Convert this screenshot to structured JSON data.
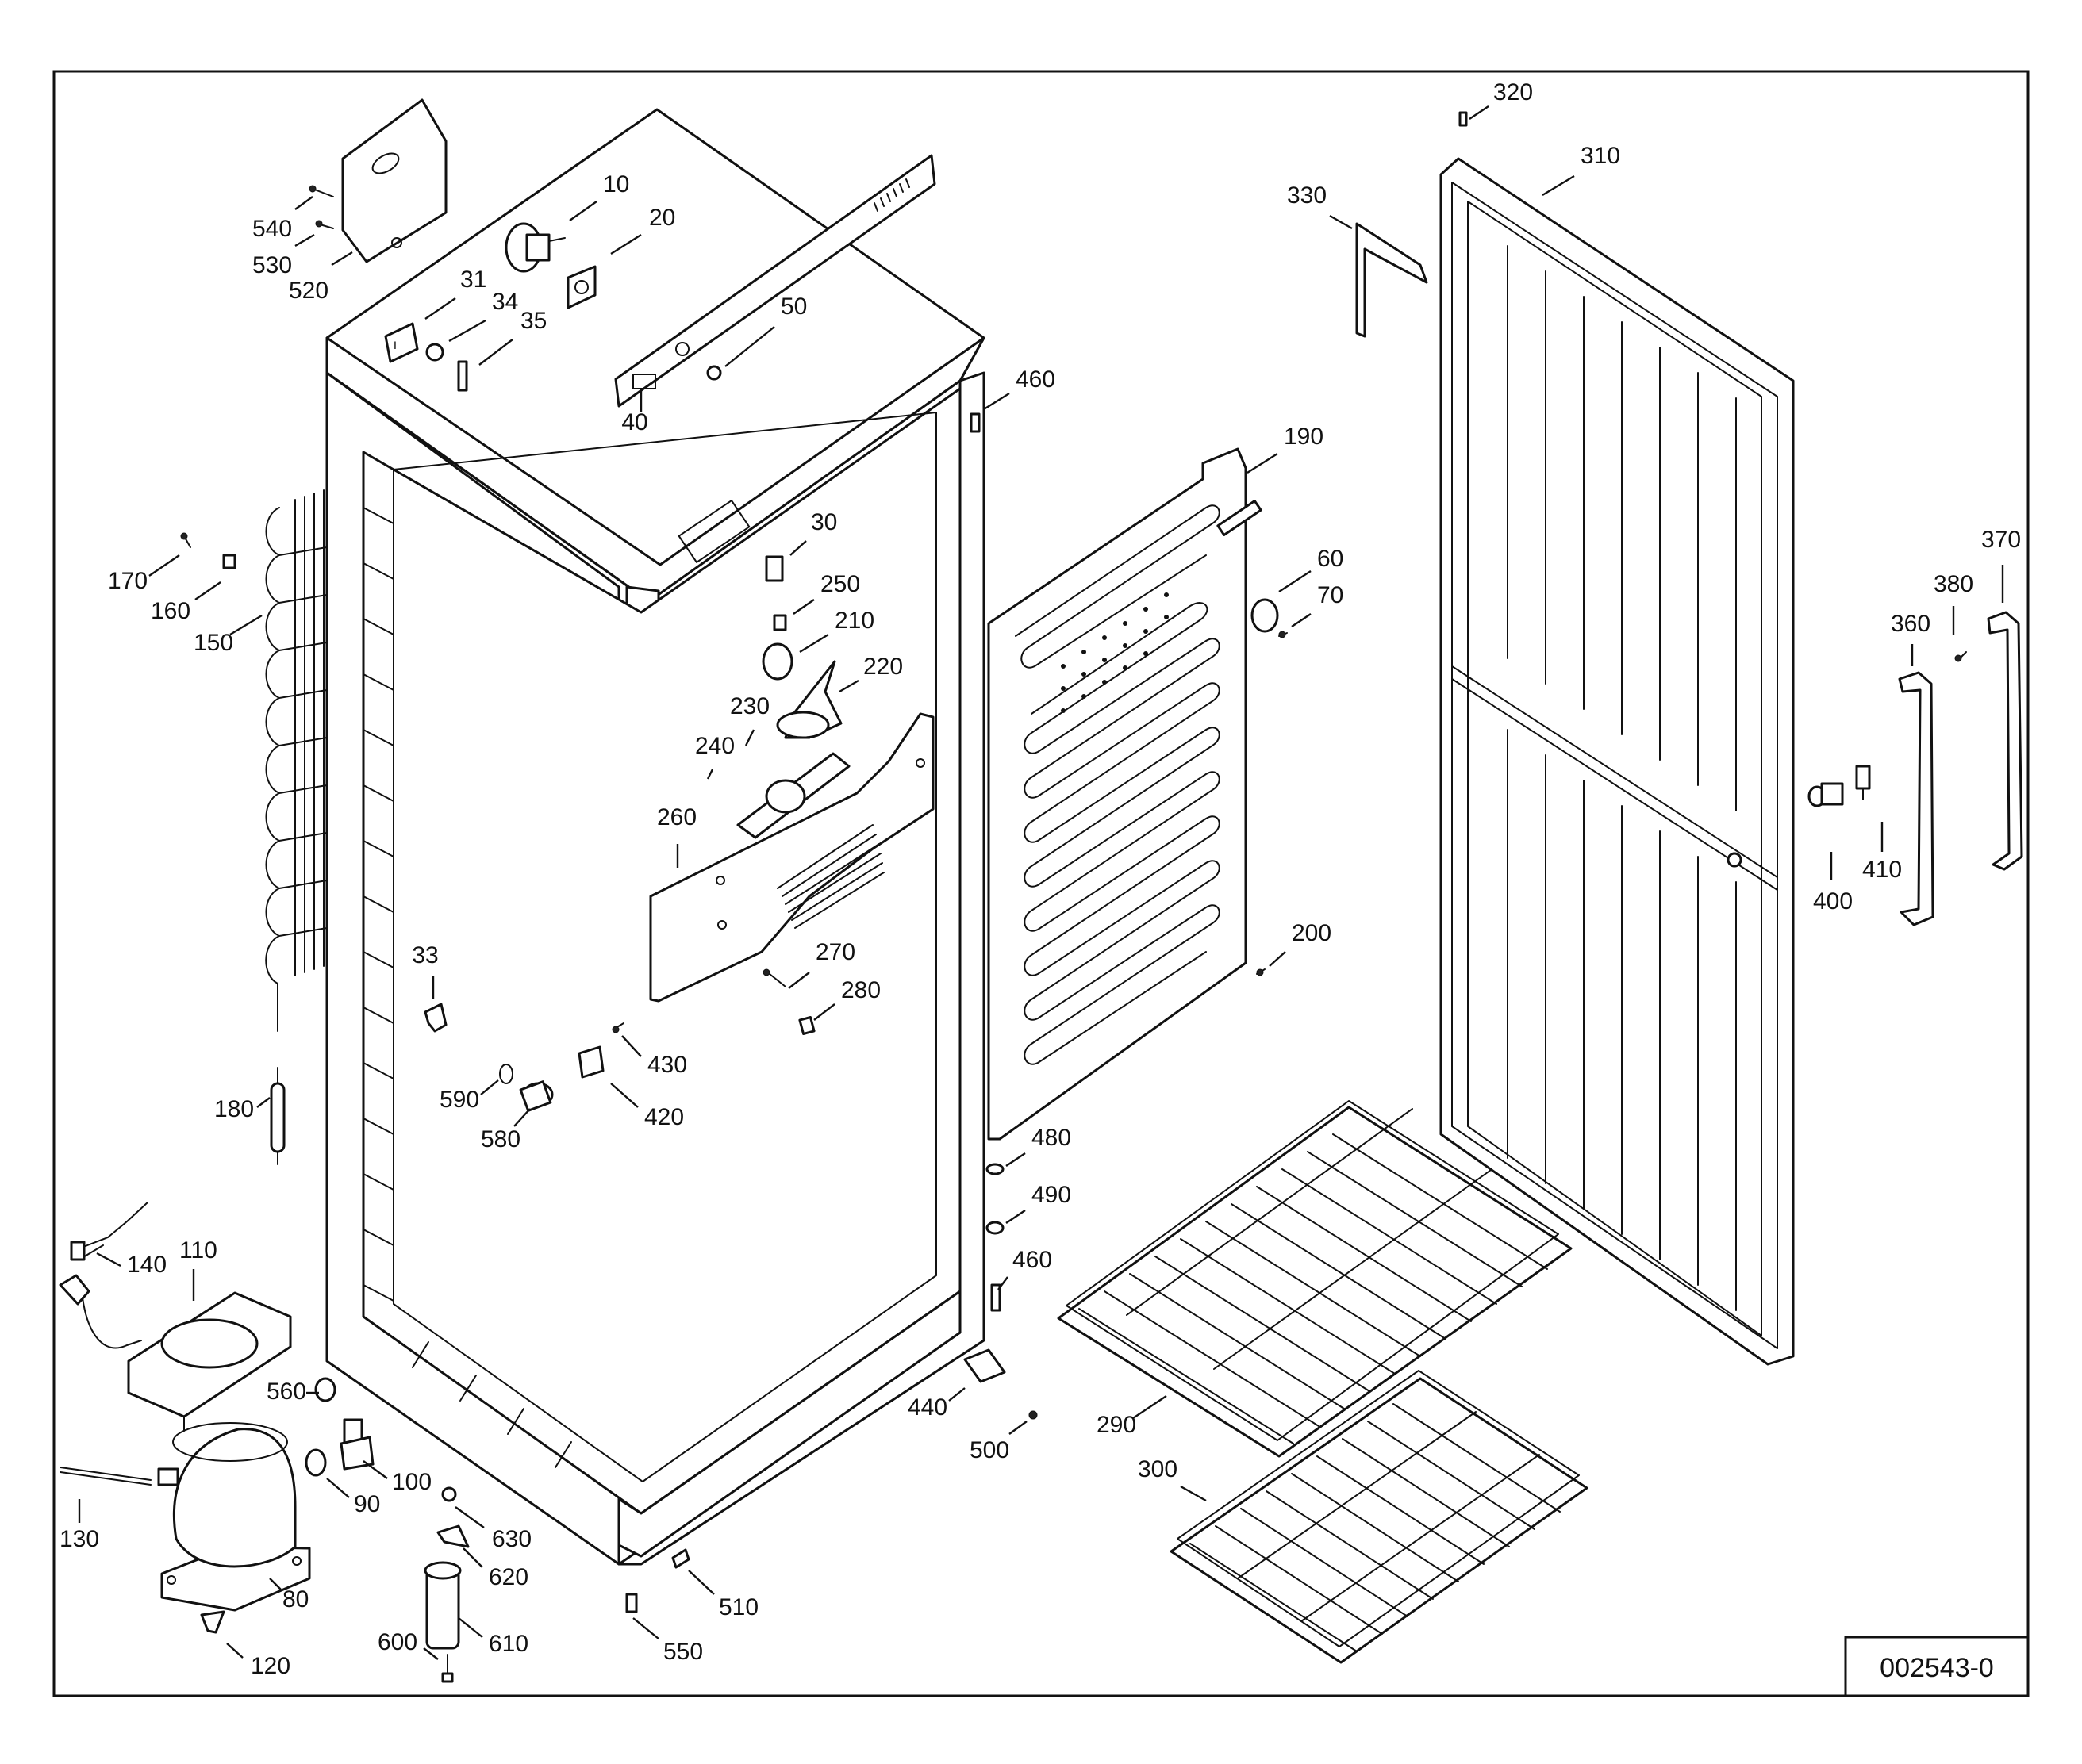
{
  "drawing_ref": "002543-0",
  "callouts": [
    {
      "label": "10"
    },
    {
      "label": "20"
    },
    {
      "label": "30"
    },
    {
      "label": "31"
    },
    {
      "label": "33"
    },
    {
      "label": "34"
    },
    {
      "label": "35"
    },
    {
      "label": "40"
    },
    {
      "label": "50"
    },
    {
      "label": "60"
    },
    {
      "label": "70"
    },
    {
      "label": "80"
    },
    {
      "label": "90"
    },
    {
      "label": "100"
    },
    {
      "label": "110"
    },
    {
      "label": "120"
    },
    {
      "label": "130"
    },
    {
      "label": "140"
    },
    {
      "label": "150"
    },
    {
      "label": "160"
    },
    {
      "label": "170"
    },
    {
      "label": "180"
    },
    {
      "label": "190"
    },
    {
      "label": "200"
    },
    {
      "label": "210"
    },
    {
      "label": "220"
    },
    {
      "label": "230"
    },
    {
      "label": "240"
    },
    {
      "label": "250"
    },
    {
      "label": "260"
    },
    {
      "label": "270"
    },
    {
      "label": "280"
    },
    {
      "label": "290"
    },
    {
      "label": "300"
    },
    {
      "label": "310"
    },
    {
      "label": "320"
    },
    {
      "label": "330"
    },
    {
      "label": "360"
    },
    {
      "label": "370"
    },
    {
      "label": "380"
    },
    {
      "label": "400"
    },
    {
      "label": "410"
    },
    {
      "label": "420"
    },
    {
      "label": "430"
    },
    {
      "label": "440"
    },
    {
      "label": "460"
    },
    {
      "label": "460"
    },
    {
      "label": "480"
    },
    {
      "label": "490"
    },
    {
      "label": "500"
    },
    {
      "label": "510"
    },
    {
      "label": "520"
    },
    {
      "label": "530"
    },
    {
      "label": "540"
    },
    {
      "label": "550"
    },
    {
      "label": "560"
    },
    {
      "label": "580"
    },
    {
      "label": "590"
    },
    {
      "label": "600"
    },
    {
      "label": "610"
    },
    {
      "label": "620"
    },
    {
      "label": "630"
    }
  ]
}
